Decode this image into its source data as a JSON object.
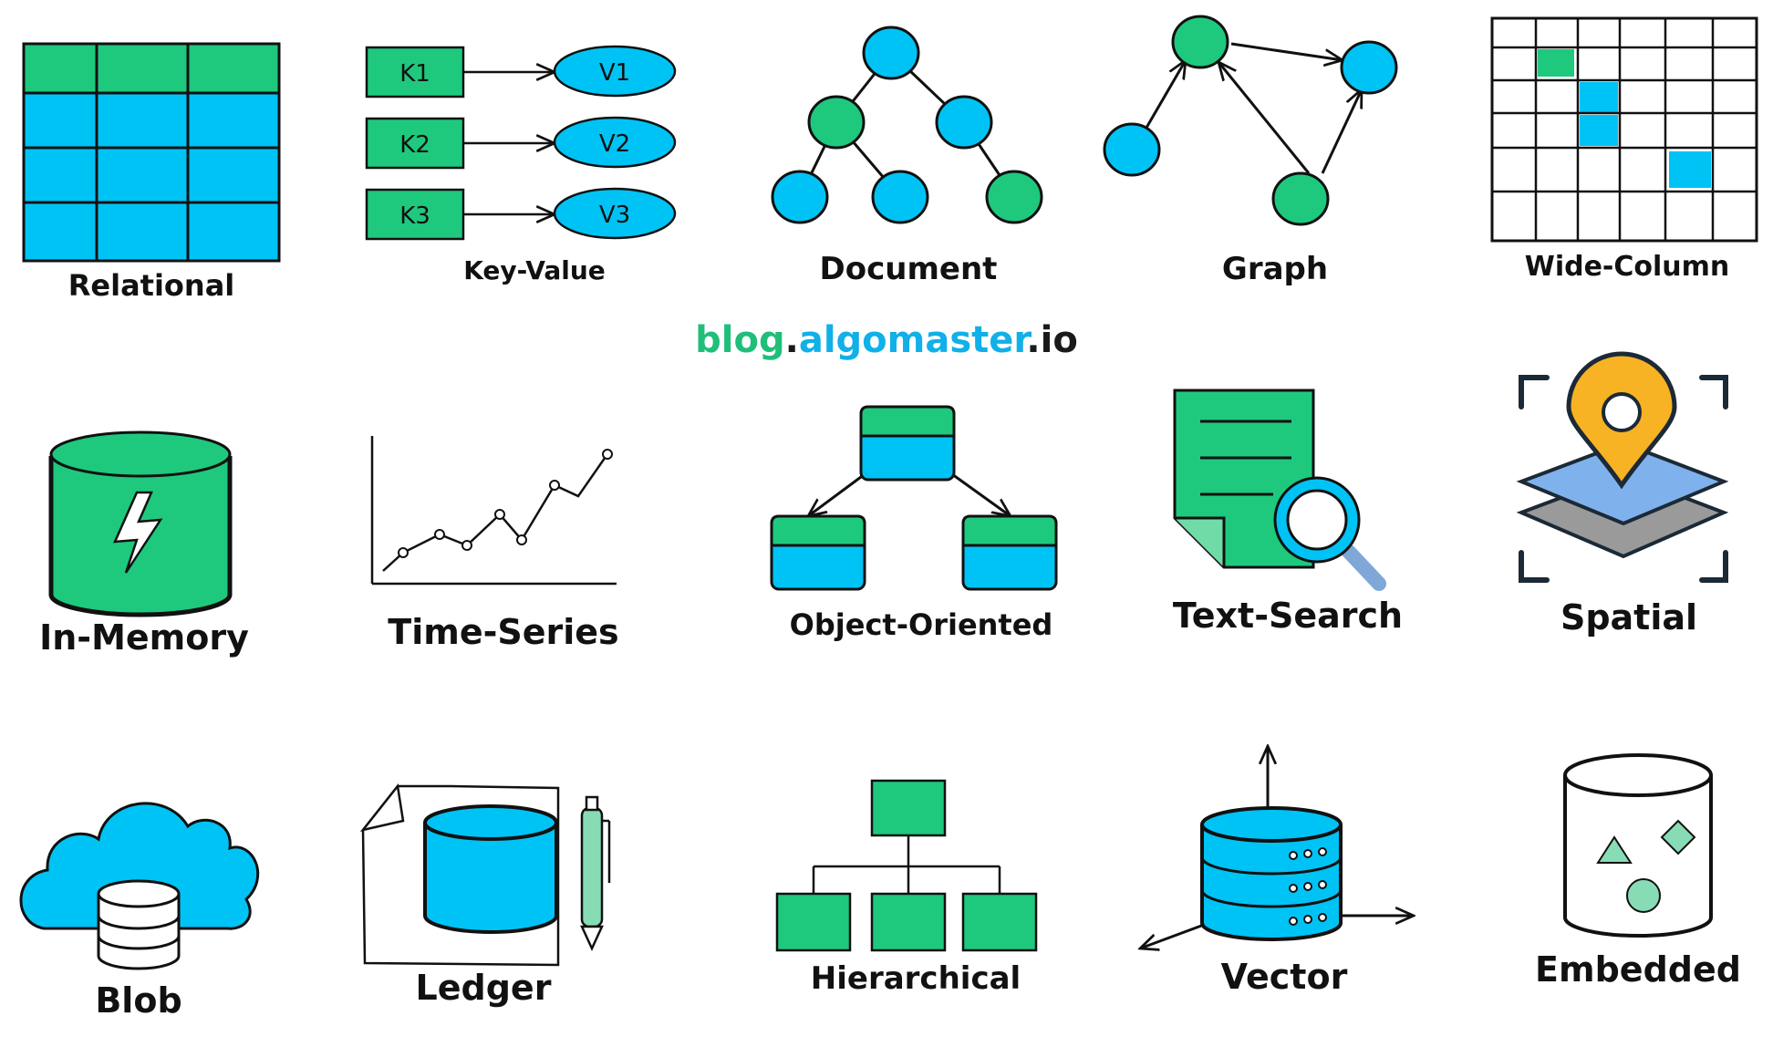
{
  "colors": {
    "green": "#1ec97e",
    "blue": "#00c3f5",
    "ink": "#111111",
    "mint": "#88dcb5",
    "pin": "#f7b323",
    "slate": "#7fa7d8",
    "gray": "#9a9a9a"
  },
  "watermark": {
    "part1": "blog",
    "dot1": ".",
    "part2": "algomaster",
    "dot2": ".",
    "part3": "io"
  },
  "kv_keys": [
    "K1",
    "K2",
    "K3"
  ],
  "kv_values": [
    "V1",
    "V2",
    "V3"
  ],
  "labels": {
    "relational": "Relational",
    "key_value": "Key-Value",
    "document": "Document",
    "graph": "Graph",
    "wide_column": "Wide-Column",
    "in_memory": "In-Memory",
    "time_series": "Time-Series",
    "object_oriented": "Object-Oriented",
    "text_search": "Text-Search",
    "spatial": "Spatial",
    "blob": "Blob",
    "ledger": "Ledger",
    "hierarchical": "Hierarchical",
    "vector": "Vector",
    "embedded": "Embedded"
  }
}
